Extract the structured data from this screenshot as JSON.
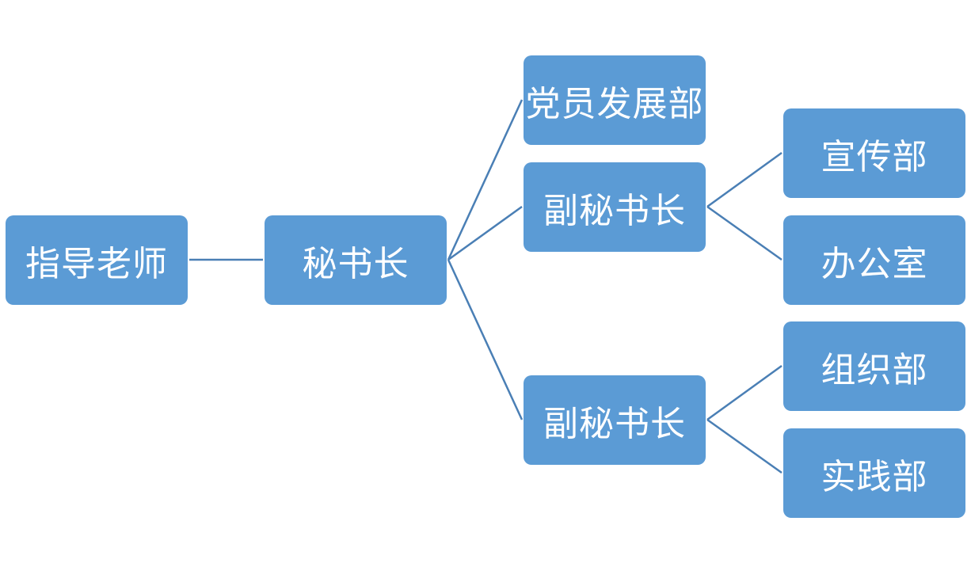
{
  "colors": {
    "node_fill": "#5b9bd5",
    "connector": "#4a7fb5",
    "text": "#ffffff"
  },
  "nodes": {
    "advisor": "指导老师",
    "secretary_general": "秘书长",
    "party_development": "党员发展部",
    "deputy_secretary_1": "副秘书长",
    "deputy_secretary_2": "副秘书长",
    "publicity": "宣传部",
    "office": "办公室",
    "organization": "组织部",
    "practice": "实践部"
  },
  "edges": [
    [
      "advisor",
      "secretary_general"
    ],
    [
      "secretary_general",
      "party_development"
    ],
    [
      "secretary_general",
      "deputy_secretary_1"
    ],
    [
      "secretary_general",
      "deputy_secretary_2"
    ],
    [
      "deputy_secretary_1",
      "publicity"
    ],
    [
      "deputy_secretary_1",
      "office"
    ],
    [
      "deputy_secretary_2",
      "organization"
    ],
    [
      "deputy_secretary_2",
      "practice"
    ]
  ]
}
